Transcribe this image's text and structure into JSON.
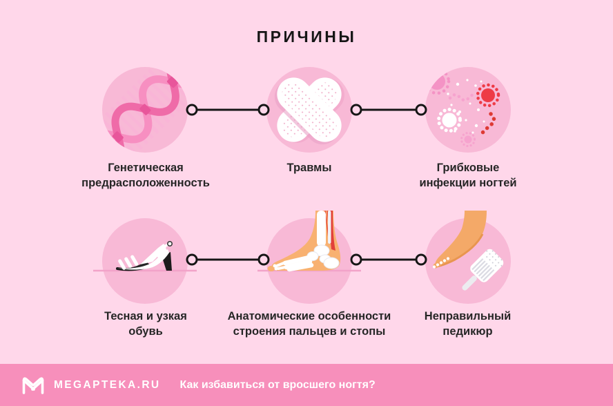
{
  "title": "ПРИЧИНЫ",
  "causes": [
    {
      "icon": "dna-icon",
      "label": "Генетическая предрасположенность"
    },
    {
      "icon": "crossed-bandages-icon",
      "label": "Травмы"
    },
    {
      "icon": "fungus-microbes-icon",
      "label": "Грибковые инфекции ногтей"
    },
    {
      "icon": "high-heel-shoe-icon",
      "label": "Тесная и узкая обувь"
    },
    {
      "icon": "foot-anatomy-icon",
      "label": "Анатомические особенности строения пальцев и стопы"
    },
    {
      "icon": "pedicure-foot-brush-icon",
      "label": "Неправильный педикюр"
    }
  ],
  "footer": {
    "brand": "MEGAPTEKA.RU",
    "question": "Как избавиться от вросшего ногтя?"
  },
  "colors": {
    "background": "#ffd7ea",
    "icon_circle": "#f8b9d6",
    "footer_bar": "#f78fbb",
    "connector": "#161616",
    "heading_text": "#161616",
    "label_text": "#262626",
    "accent_dark_pink": "#ef6ba8",
    "accent_red": "#ee3b46",
    "skin_tone": "#f4a968",
    "white": "#ffffff"
  }
}
